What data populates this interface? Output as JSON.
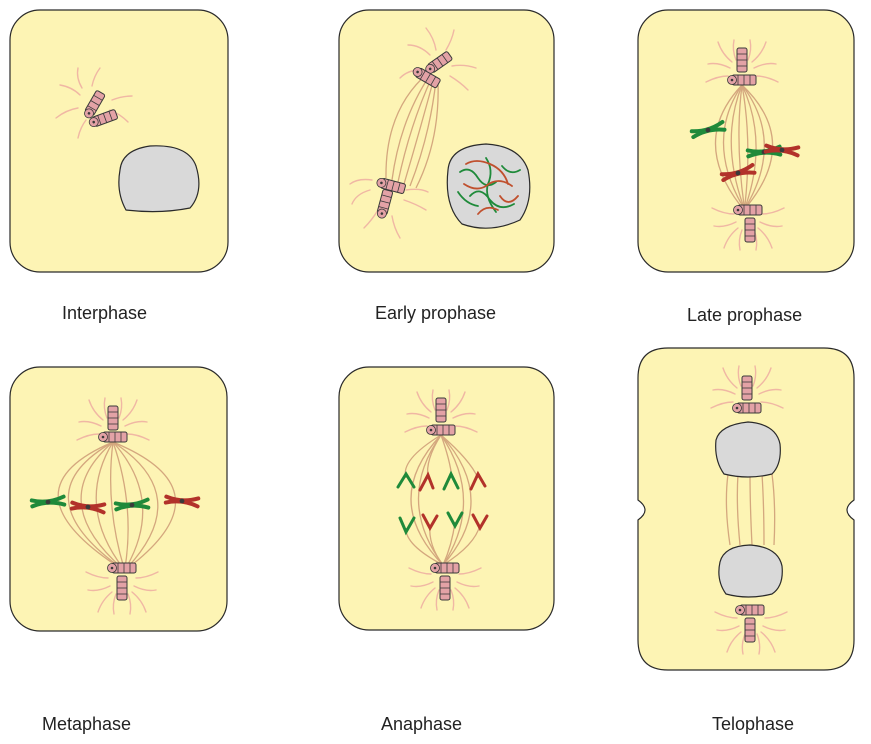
{
  "colors": {
    "cell_fill": "#fdf4b4",
    "cell_stroke": "#2a2a2a",
    "nucleus_fill": "#d9d9d9",
    "spindle": "#d4a77e",
    "aster": "#f0b7a4",
    "centriole": "#e3a2a6",
    "chrom_green": "#1f8a3a",
    "chrom_red": "#b2322a",
    "centromere": "#3a3a3a"
  },
  "phases": [
    {
      "id": "interphase",
      "label": "Interphase"
    },
    {
      "id": "early-prophase",
      "label": "Early prophase"
    },
    {
      "id": "late-prophase",
      "label": "Late prophase"
    },
    {
      "id": "metaphase",
      "label": "Metaphase"
    },
    {
      "id": "anaphase",
      "label": "Anaphase"
    },
    {
      "id": "telophase",
      "label": "Telophase"
    }
  ]
}
